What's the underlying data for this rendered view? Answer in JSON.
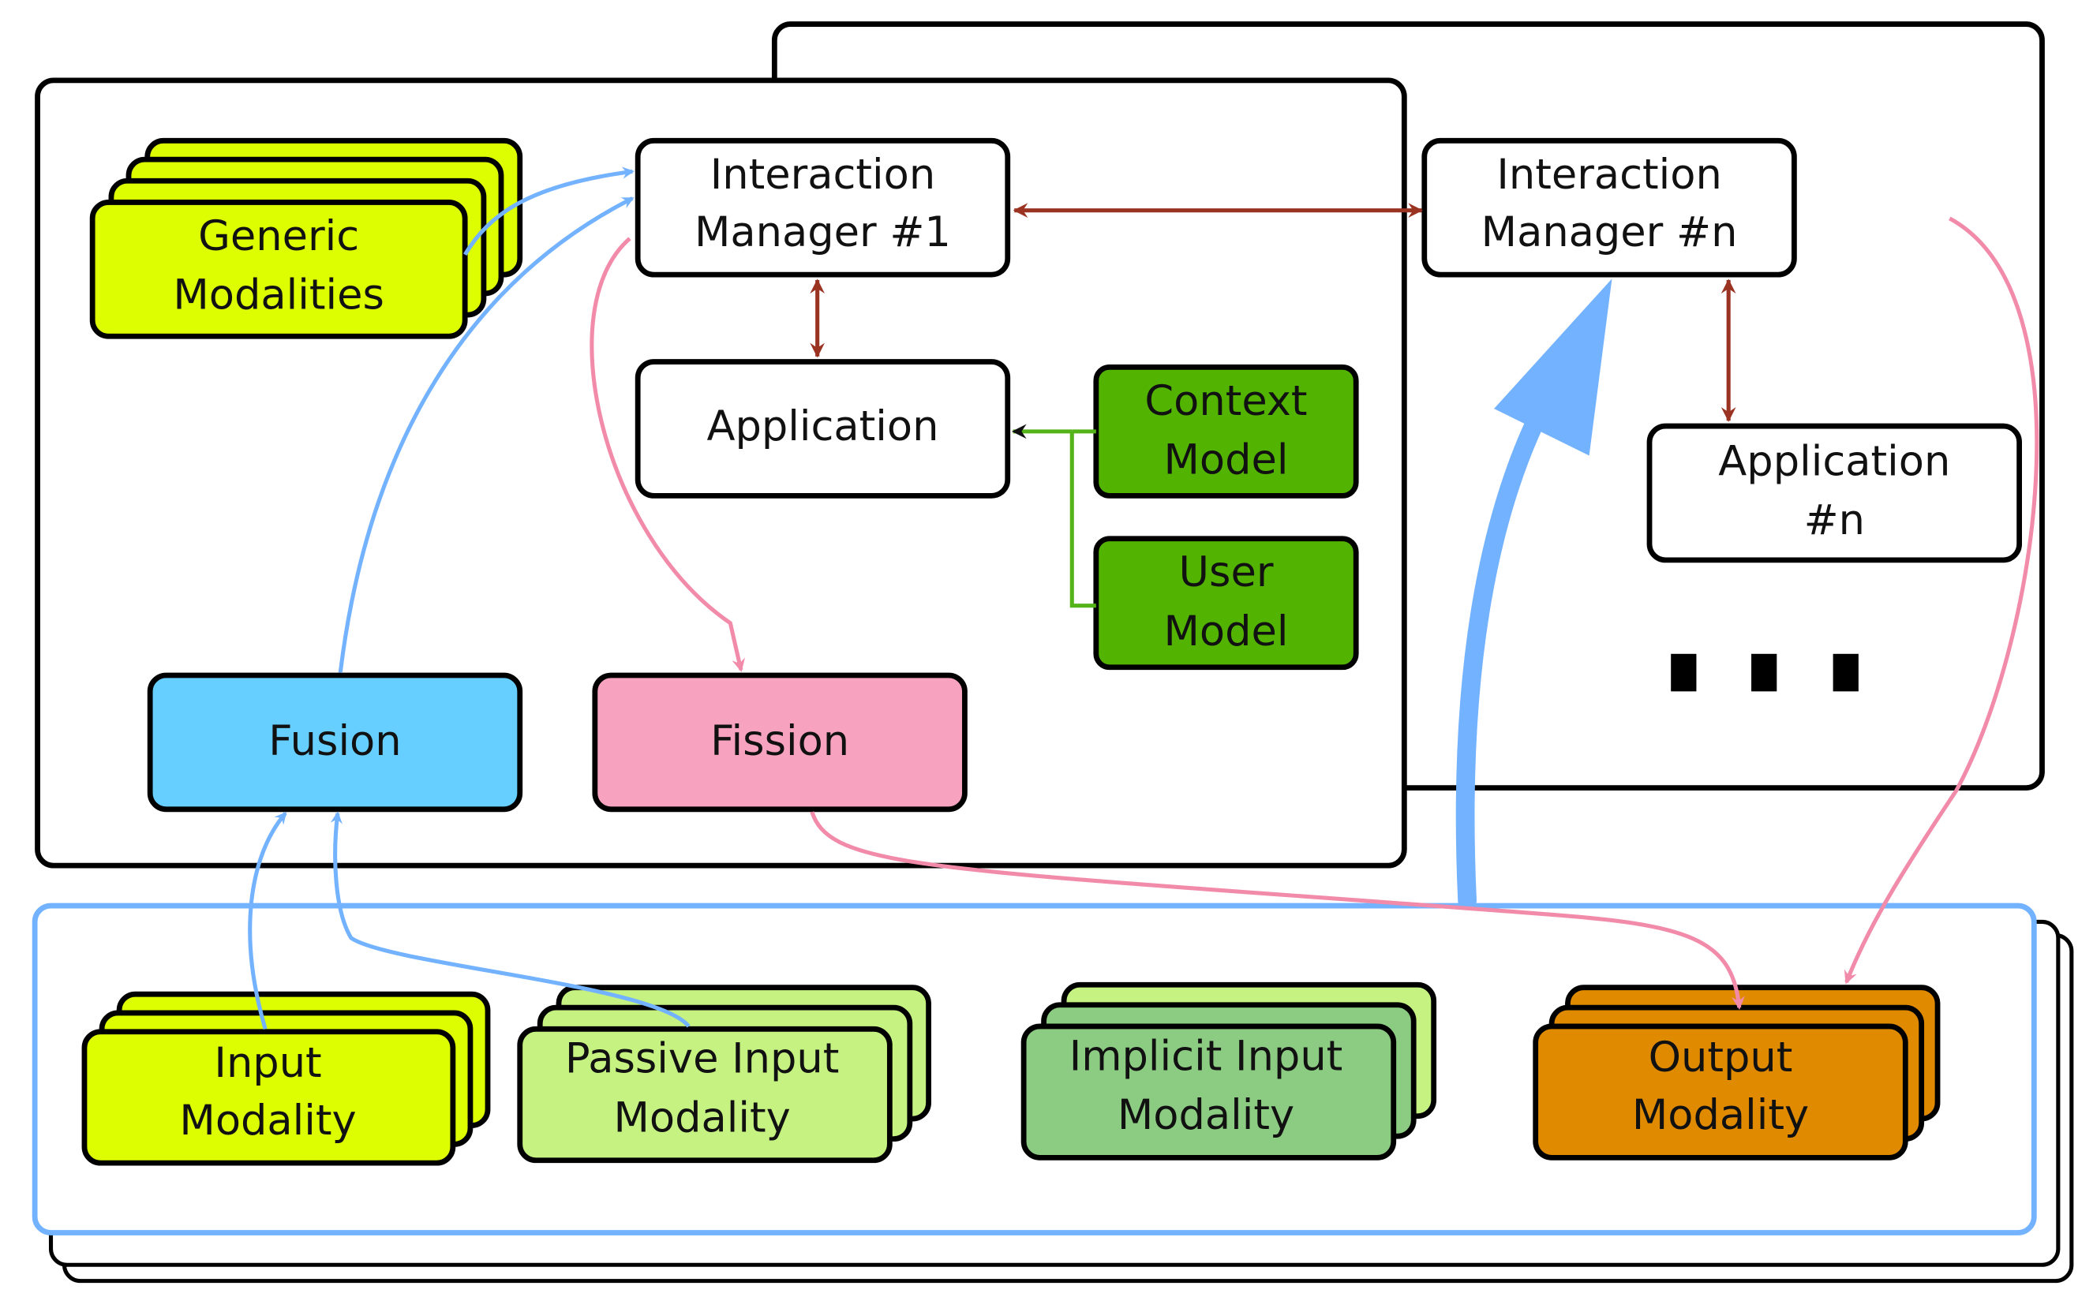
{
  "colors": {
    "generic_modality": "#dcfe00",
    "passive_input": "#c6f282",
    "implicit_input": "#8ccb82",
    "output_modality": "#e08a00",
    "model_green": "#52b300",
    "fusion": "#66cfff",
    "fission": "#f7a3c0",
    "blue_arrow": "#73b2ff",
    "pink_arrow": "#f28aaa",
    "brown_arrow": "#9a3322",
    "green_connector": "#55b31a",
    "modality_layer_border": "#73b2ff"
  },
  "nodes": {
    "generic_modalities": {
      "line1": "Generic",
      "line2": "Modalities"
    },
    "interaction_manager_1": {
      "line1": "Interaction",
      "line2": "Manager #1"
    },
    "interaction_manager_n": {
      "line1": "Interaction",
      "line2": "Manager #n"
    },
    "application": {
      "label": "Application"
    },
    "application_n": {
      "line1": "Application",
      "line2": "#n"
    },
    "context_model": {
      "line1": "Context",
      "line2": "Model"
    },
    "user_model": {
      "line1": "User",
      "line2": "Model"
    },
    "fusion": {
      "label": "Fusion"
    },
    "fission": {
      "label": "Fission"
    },
    "input_modality": {
      "line1": "Input",
      "line2": "Modality"
    },
    "passive_input_modality": {
      "line1": "Passive Input",
      "line2": "Modality"
    },
    "implicit_input_modality": {
      "line1": "Implicit Input",
      "line2": "Modality"
    },
    "output_modality": {
      "line1": "Output",
      "line2": "Modality"
    }
  }
}
